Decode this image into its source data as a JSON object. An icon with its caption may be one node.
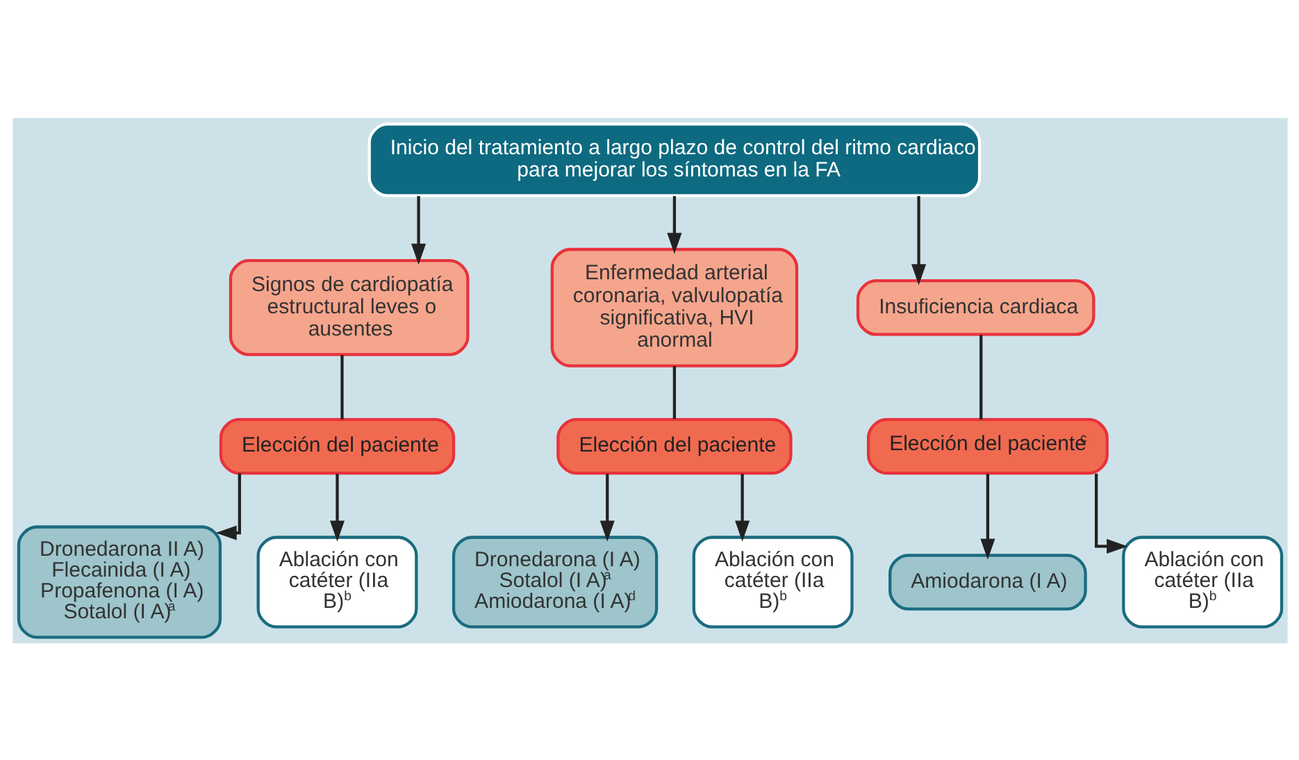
{
  "diagram": {
    "nodes": [
      {
        "text": [
          "Inicio del tratamiento a largo plazo de control del ritmo cardiaco para mejorar los síntomas en la FA"
        ]
      },
      {
        "text": [
          "Signos de cardiopatía estructural leves o ausentes"
        ]
      },
      {
        "text": [
          "Enfermedad arterial coronaria, valvulopatía significativa, HVI anormal"
        ]
      },
      {
        "text": [
          "Insuficiencia cardiaca"
        ]
      },
      {
        "text": [
          "Elección del paciente"
        ]
      },
      {
        "text": [
          "Elección del paciente"
        ]
      },
      {
        "text": [
          "Elección del paciente$^{c}$"
        ]
      },
      {
        "text": [
          "Dronedarona II A)",
          "Flecainida (I A)",
          "Propafenona (I A)",
          "Sotalol (I A)$^{a}$"
        ]
      },
      {
        "text": [
          "Ablación con catéter (IIa B)$^{b}$"
        ]
      },
      {
        "text": [
          "Dronedarona (I A)",
          "Sotalol (I A)$^{a}$",
          "Amiodarona (I A)$^{d}$"
        ]
      },
      {
        "text": [
          "Ablación con catéter (IIa B)$^{b}$"
        ]
      },
      {
        "text": [
          "Amiodarona (I A)"
        ]
      },
      {
        "text": [
          "Ablación con catéter (IIa B)$^{b}$"
        ]
      }
    ],
    "edges": [
      {
        "from": 0,
        "to": 1,
        "arrow": "to"
      },
      {
        "from": 0,
        "to": 2,
        "arrow": "to"
      },
      {
        "from": 0,
        "to": 3,
        "arrow": "to"
      },
      {
        "from": 1,
        "to": 4,
        "arrow": "none"
      },
      {
        "from": 2,
        "to": 5,
        "arrow": "none"
      },
      {
        "from": 3,
        "to": 6,
        "arrow": "none"
      },
      {
        "from": 4,
        "to": 7,
        "arrow": "to"
      },
      {
        "from": 4,
        "to": 8,
        "arrow": "to"
      },
      {
        "from": 5,
        "to": 9,
        "arrow": "to"
      },
      {
        "from": 5,
        "to": 10,
        "arrow": "to"
      },
      {
        "from": 6,
        "to": 11,
        "arrow": "to"
      },
      {
        "from": 6,
        "to": 12,
        "arrow": "to"
      }
    ]
  }
}
